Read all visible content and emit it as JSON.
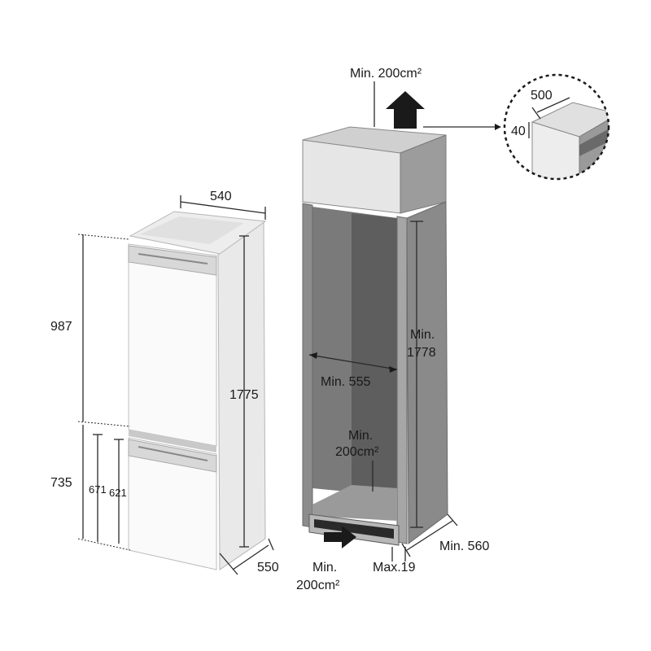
{
  "fridge": {
    "width_label": "540",
    "height_total_label": "1775",
    "top_section_label": "987",
    "bottom_section_label": "735",
    "door_label_a": "671",
    "door_label_b": "621",
    "depth_label": "550"
  },
  "cabinet": {
    "top_vent_label": "Min. 200cm²",
    "height_label_1": "Min.",
    "height_label_2": "1778",
    "inner_width_label": "Min. 555",
    "rear_vent_label_1": "Min.",
    "rear_vent_label_2": "200cm²",
    "bottom_vent_label_1": "Min.",
    "bottom_vent_label_2": "200cm²",
    "plinth_label": "Max.19",
    "depth_label": "Min. 560"
  },
  "detail": {
    "width_label": "500",
    "height_label": "40"
  },
  "colors": {
    "cabinet_wall": "#8c8c8c",
    "cabinet_interior": "#6e6e6e",
    "fridge_body": "#f2f2f2",
    "arrow": "#1a1a1a"
  }
}
